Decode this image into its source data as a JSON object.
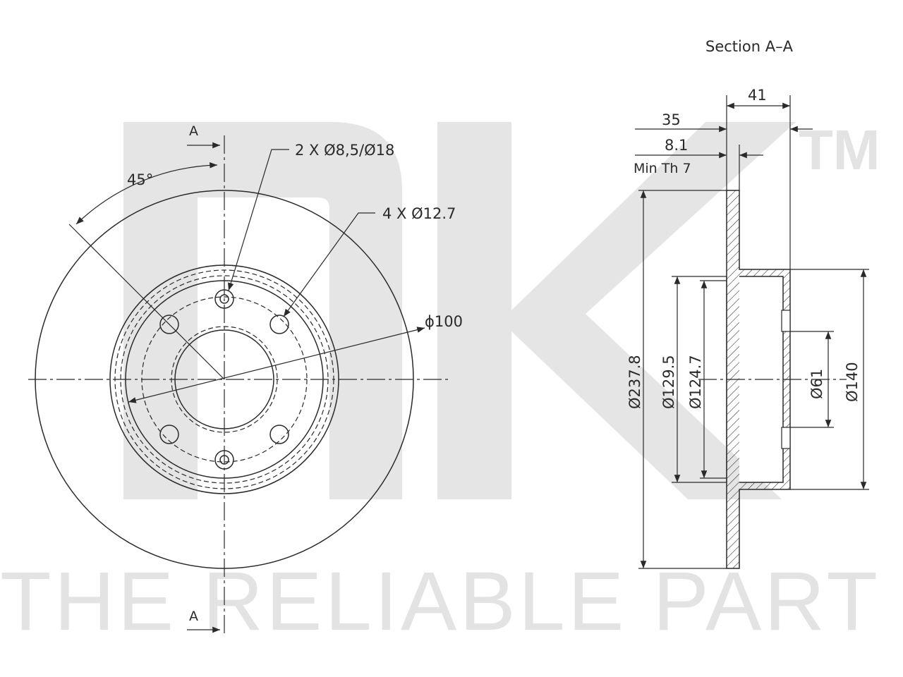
{
  "watermark": {
    "tagline": "THE RELIABLE PART",
    "trademark": "TM"
  },
  "front_view": {
    "section_marker_top": "A",
    "section_marker_bottom": "A",
    "angle_label": "45°",
    "bolt_holes_label": "2 X Ø8,5/Ø18",
    "stud_holes_label": "4 X Ø12.7",
    "pitch_circle_label": "ϕ100"
  },
  "section_view": {
    "title": "Section A–A",
    "dim_overall_height": "41",
    "dim_hat_height": "35",
    "dim_thickness": "8.1",
    "min_thickness": "Min Th 7",
    "dia_outer": "Ø237.8",
    "dia_129": "Ø129.5",
    "dia_124": "Ø124.7",
    "dia_centre_bore": "Ø61",
    "dia_hat": "Ø140"
  },
  "colors": {
    "line": "#2a2a2a",
    "watermark": "#e5e5e5",
    "background": "#ffffff"
  }
}
